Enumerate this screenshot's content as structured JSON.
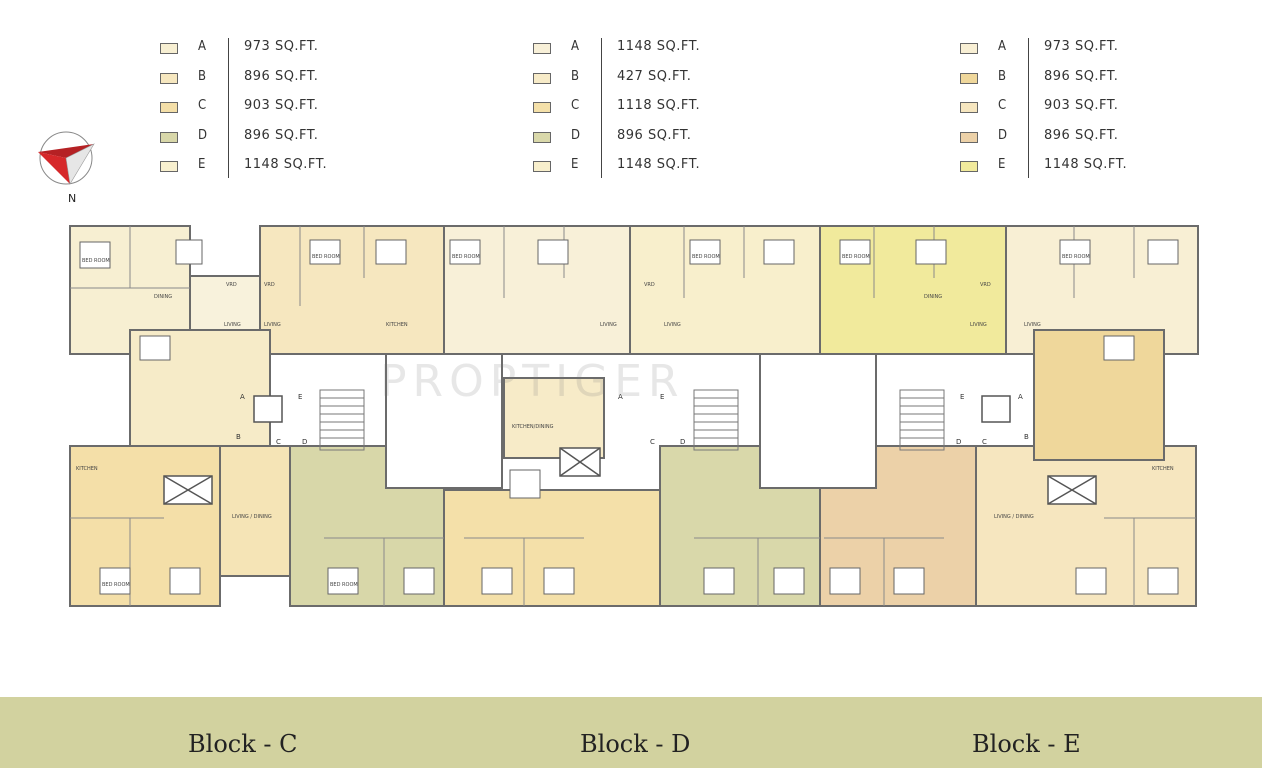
{
  "legends": [
    {
      "rows": [
        {
          "letter": "A",
          "area": "973 SQ.FT.",
          "color": "#f7efd2"
        },
        {
          "letter": "B",
          "area": "896 SQ.FT.",
          "color": "#f6e7bf"
        },
        {
          "letter": "C",
          "area": "903 SQ.FT.",
          "color": "#f4dfa8"
        },
        {
          "letter": "D",
          "area": "896 SQ.FT.",
          "color": "#d8d7a9"
        },
        {
          "letter": "E",
          "area": "1148 SQ.FT.",
          "color": "#f8f0cf"
        }
      ]
    },
    {
      "rows": [
        {
          "letter": "A",
          "area": "1148 SQ.FT.",
          "color": "#f8f0d8"
        },
        {
          "letter": "B",
          "area": "427 SQ.FT.",
          "color": "#f7ebc8"
        },
        {
          "letter": "C",
          "area": "1118 SQ.FT.",
          "color": "#f4e0a9"
        },
        {
          "letter": "D",
          "area": "896 SQ.FT.",
          "color": "#d9d8aa"
        },
        {
          "letter": "E",
          "area": "1148 SQ.FT.",
          "color": "#f8efcc"
        }
      ]
    },
    {
      "rows": [
        {
          "letter": "A",
          "area": "973 SQ.FT.",
          "color": "#f8efd4"
        },
        {
          "letter": "B",
          "area": "896 SQ.FT.",
          "color": "#efd79b"
        },
        {
          "letter": "C",
          "area": "903 SQ.FT.",
          "color": "#f6e6bf"
        },
        {
          "letter": "D",
          "area": "896 SQ.FT.",
          "color": "#ecd1a8"
        },
        {
          "letter": "E",
          "area": "1148 SQ.FT.",
          "color": "#f1ea9c"
        }
      ]
    }
  ],
  "compass": {
    "label": "N"
  },
  "watermark": "PROPTIGER",
  "blocks": [
    {
      "label": "Block - C"
    },
    {
      "label": "Block - D"
    },
    {
      "label": "Block - E"
    }
  ],
  "flat_labels": [
    "A",
    "E",
    "B",
    "C",
    "D",
    "A",
    "E",
    "C",
    "D",
    "E",
    "A",
    "D",
    "C",
    "B"
  ],
  "room_labels": [
    "BED ROOM",
    "BED ROOM",
    "BED ROOM",
    "BED ROOM",
    "BED ROOM",
    "BED ROOM",
    "BED ROOM",
    "BED ROOM",
    "LIVING",
    "LIVING",
    "LIVING",
    "LIVING",
    "LIVING",
    "LIVING",
    "KITCHEN",
    "KITCHEN",
    "KITCHEN",
    "DINING",
    "DINING",
    "VRD",
    "VRD",
    "VRD",
    "VRD",
    "KITCHEN/DINING",
    "LIVING / DINING",
    "LIVING / DINING"
  ],
  "colors": {
    "footer": "#d2d29f",
    "wall": "#6b6b6b",
    "compass_red": "#d6282a"
  }
}
